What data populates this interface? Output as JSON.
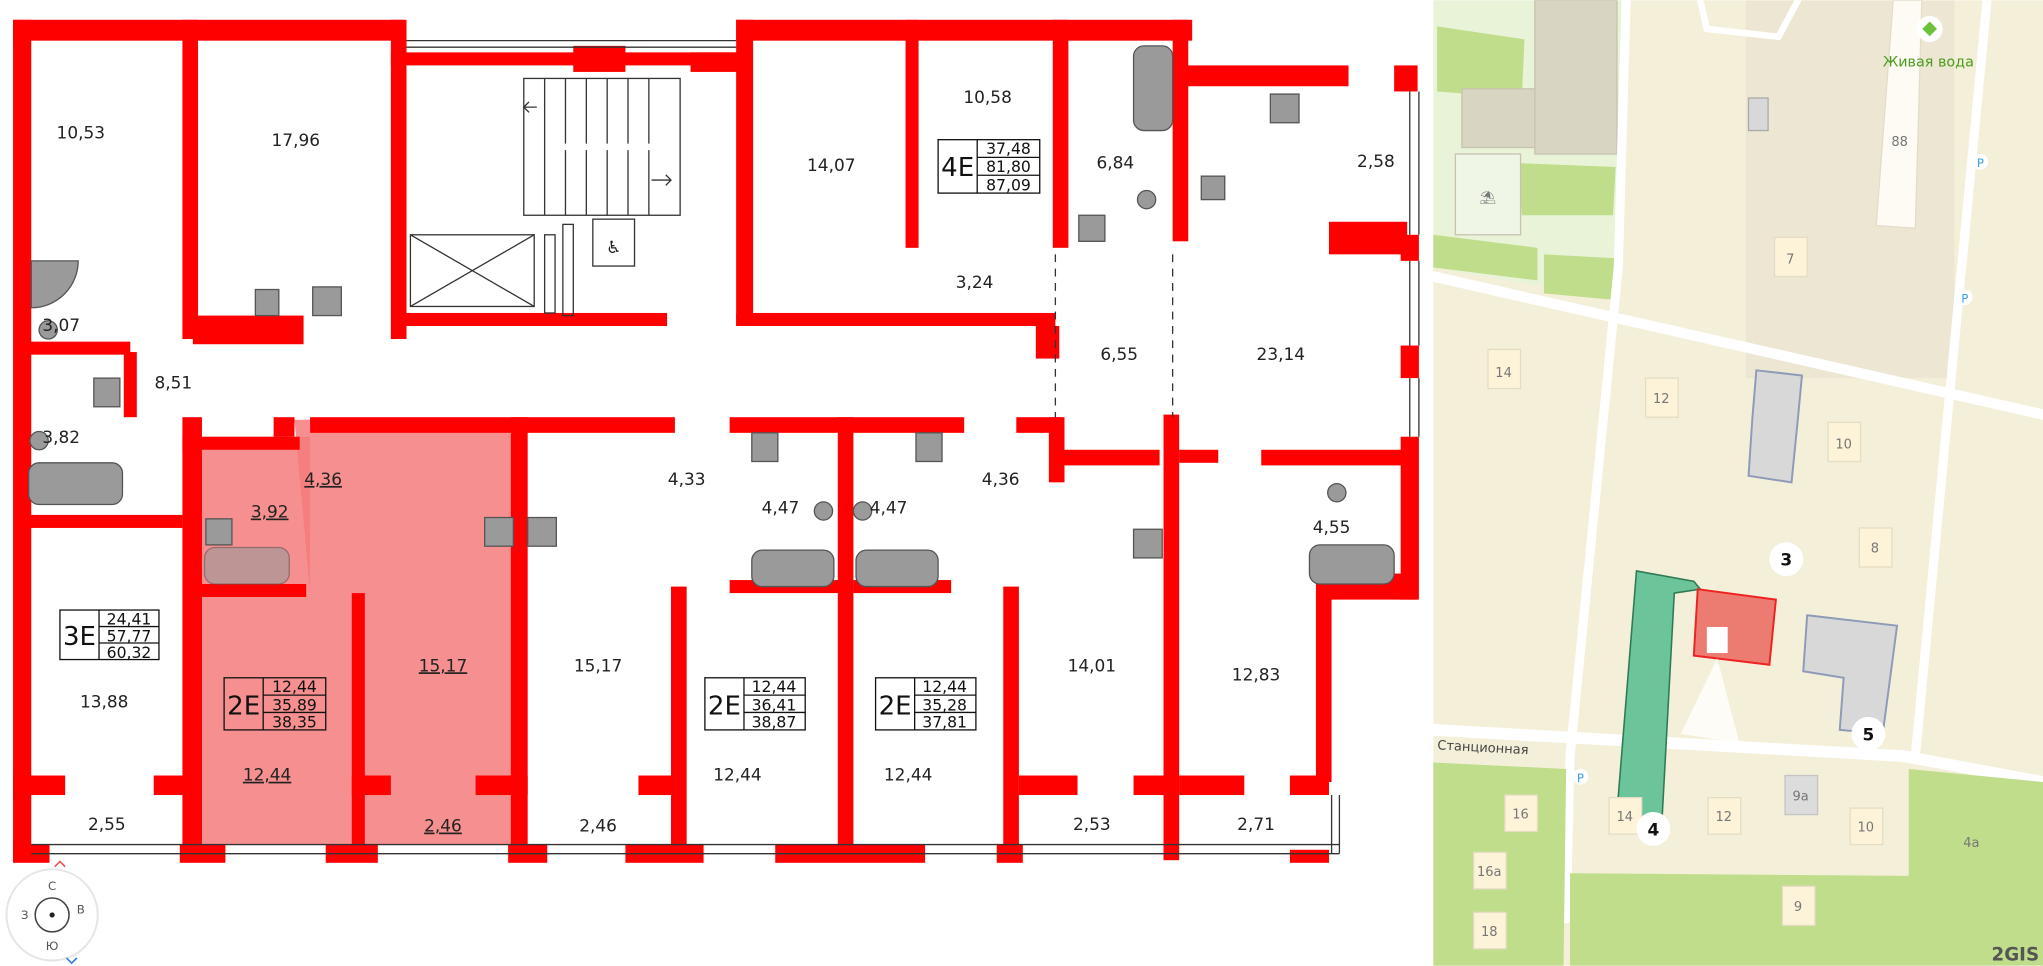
{
  "floor_plan": {
    "rooms": [
      "10,53",
      "17,96",
      "3,07",
      "3,82",
      "8,51",
      "14,07",
      "10,58",
      "6,84",
      "2,58",
      "3,24",
      "6,55",
      "23,14",
      "4,33",
      "4,47",
      "4,47",
      "4,36",
      "4,36",
      "3,92",
      "4,55",
      "13,88",
      "15,17",
      "15,17",
      "14,01",
      "12,83",
      "12,44",
      "12,44",
      "12,44",
      "2,55",
      "2,46",
      "2,46",
      "2,53",
      "2,71"
    ],
    "apartments": [
      {
        "type": "3E",
        "values": [
          "24,41",
          "57,77",
          "60,32"
        ]
      },
      {
        "type": "2E",
        "values": [
          "12,44",
          "35,89",
          "38,35"
        ],
        "selected": true
      },
      {
        "type": "2E",
        "values": [
          "12,44",
          "36,41",
          "38,87"
        ]
      },
      {
        "type": "2E",
        "values": [
          "12,44",
          "35,28",
          "37,81"
        ]
      },
      {
        "type": "4E",
        "values": [
          "37,48",
          "81,80",
          "87,09"
        ]
      }
    ],
    "highlight_color": "#f47b7b",
    "wall_color": "#ff0000"
  },
  "compass": {
    "north": "С",
    "south": "Ю",
    "west": "З",
    "east": "В"
  },
  "map": {
    "poi_label": "Живая вода",
    "street": "Станционная",
    "building_numbers": [
      "88",
      "7",
      "14",
      "12",
      "10",
      "8",
      "9а",
      "9",
      "4а",
      "16",
      "14",
      "12",
      "10",
      "16а",
      "18"
    ],
    "badges": [
      "3",
      "4",
      "5"
    ],
    "parking": "P",
    "logo": "2GIS",
    "colors": {
      "ground": "#f4efd8",
      "green": "#bfdd8a",
      "selected_building": "#ec7b72",
      "current_complex": "#6bc49a",
      "other": "#d8d8d8"
    }
  }
}
